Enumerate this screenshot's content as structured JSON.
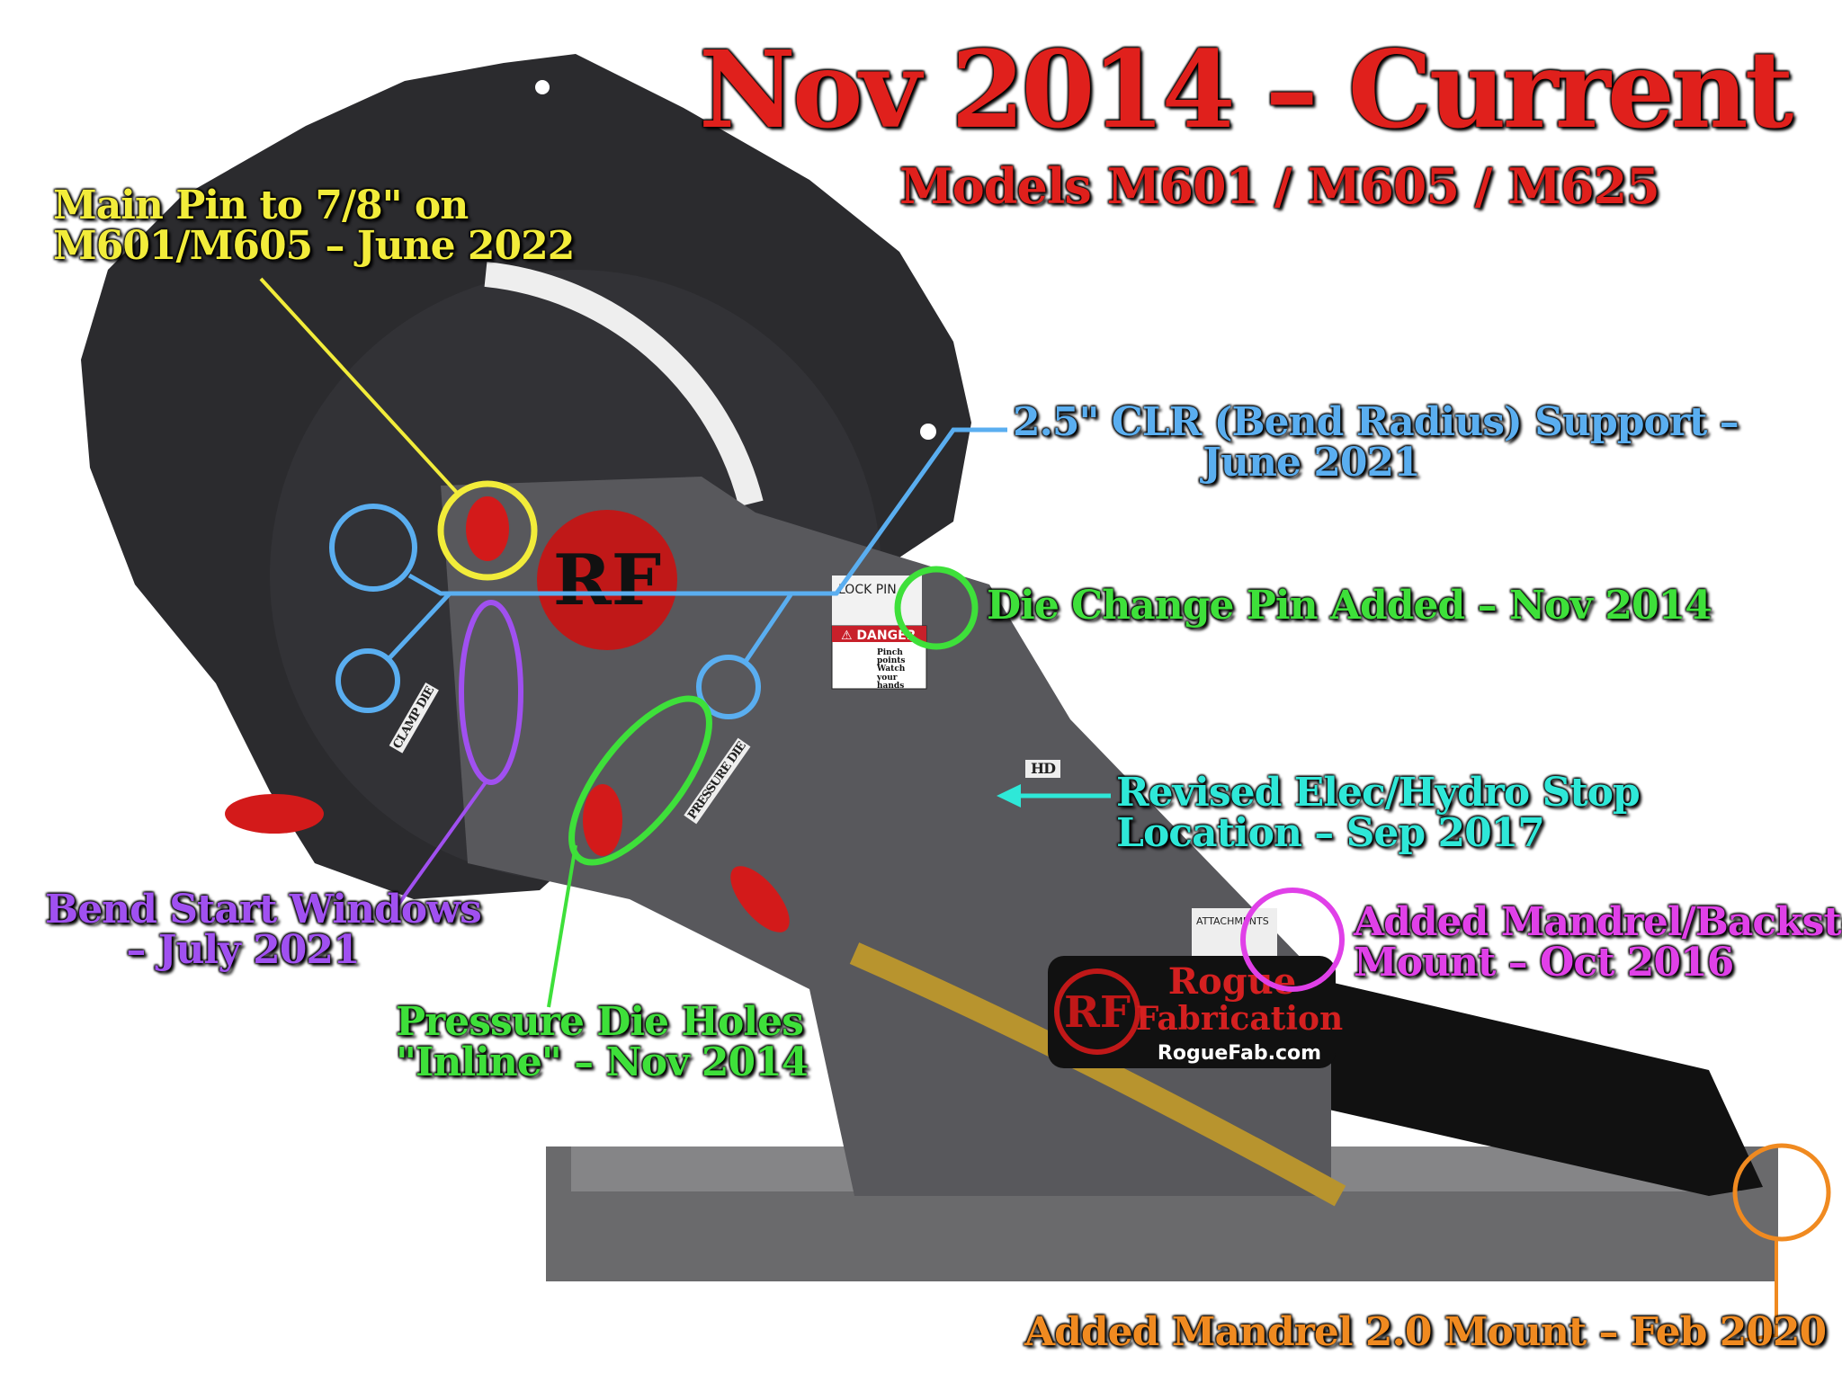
{
  "title": "Nov 2014 – Current",
  "subtitle": "Models M601 / M605 / M625",
  "annotations": {
    "main_pin": {
      "line1": "Main Pin to 7/8\" on",
      "line2": "M601/M605 – June 2022",
      "color": "#f2ec3a"
    },
    "clr_support": {
      "line1": "2.5\" CLR (Bend Radius) Support –",
      "line2": "June 2021",
      "color": "#5aaef0"
    },
    "die_change": {
      "text": "Die Change Pin Added – Nov 2014",
      "color": "#3ee03a"
    },
    "elec_hydro": {
      "line1": "Revised Elec/Hydro Stop",
      "line2": "Location – Sep 2017",
      "color": "#2ee8d8"
    },
    "backstop": {
      "line1": "Added Mandrel/Backstop",
      "line2": "Mount – Oct 2016",
      "color": "#e040e8"
    },
    "bend_start": {
      "line1": "Bend Start Windows",
      "line2": "– July 2021",
      "color": "#a050f0"
    },
    "pressure_die": {
      "line1": "Pressure Die Holes",
      "line2": "\"Inline\" – Nov 2014",
      "color": "#3ee03a"
    },
    "mandrel2": {
      "text": "Added Mandrel 2.0 Mount – Feb 2020",
      "color": "#f08a20"
    }
  },
  "machine": {
    "logo_line1": "Rogue",
    "logo_line2": "Fabrication",
    "logo_url": "RogueFab.com",
    "logo_mark": "RF",
    "lock_pin_title": "LOCK PIN",
    "danger": "DANGER",
    "pinch": "Pinch points Watch your hands",
    "attachments": "ATTACHMENTS",
    "hd": "HD",
    "clamp_die": "CLAMP DIE",
    "pressure_die_label": "PRESSURE DIE"
  }
}
